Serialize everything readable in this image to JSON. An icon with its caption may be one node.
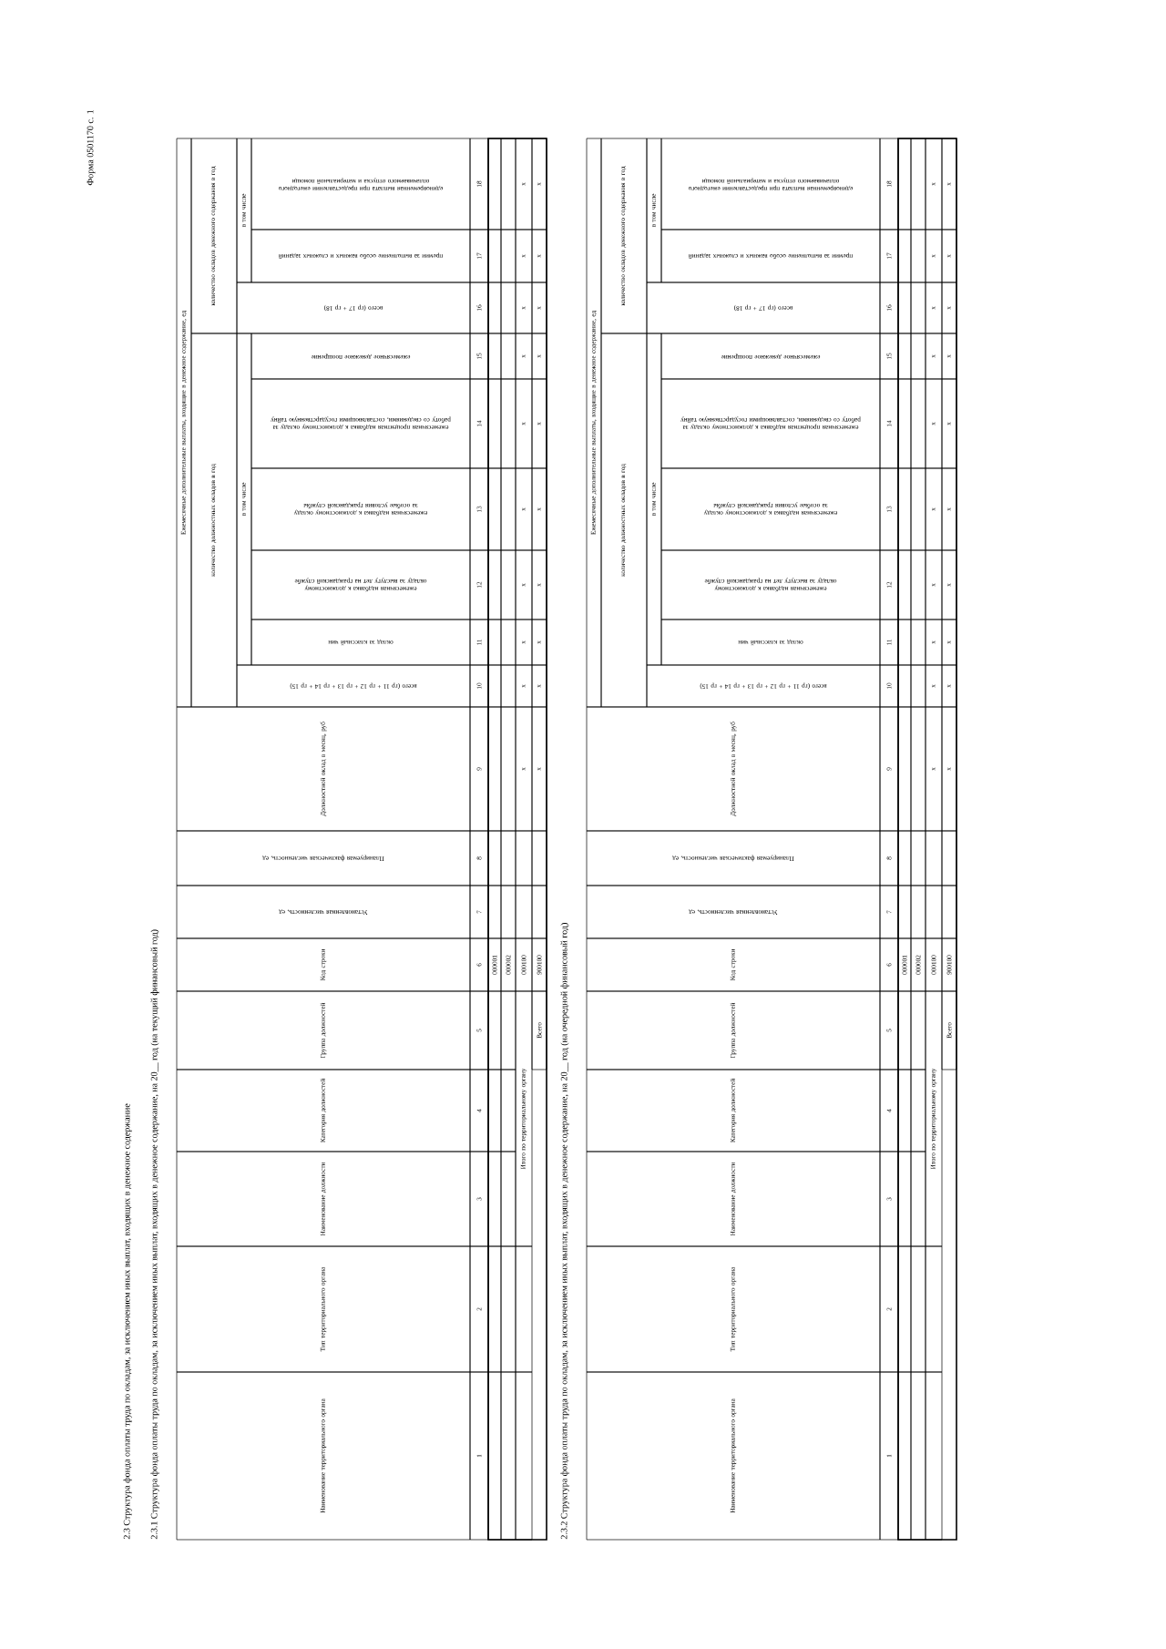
{
  "diagram": {
    "title": "2.3 Структура фонда оплаты труда по окладам, за исключением иных выплат, входящих в денежное содержание",
    "labels": [
      "Форма 0501170 с. 1",
      "2.3.1 Структура фонда оплаты труда по окладам, за исключением иных выплат, входящих в денежное содержание, на 20__ год (на текущий финансовый год)",
      "Наименование территориального органа",
      "Тип территориального органа",
      "Наименование должности",
      "Категория должностей",
      "Группа должностей",
      "Код строки",
      "Установленная численность, ед",
      "Планируемая фактическая численность, ед",
      "Должностной оклад в месяц, руб",
      "Ежемесячные дополнительные выплаты, входящие в денежное содержание, ед",
      "количество должностных окладов в год",
      "всего (гр 11 + гр 12 + гр 13 + гр 14 + гр 15)",
      "в том числе",
      "оклад за классный чин",
      "ежемесячная надбавка к должностному окладу за выслугу лет на гражданской службе",
      "ежемесячная надбавка к должностному окладу за особые условия гражданской службы",
      "ежемесячная процентная надбавка к должностному окладу за работу со сведениями, составляющими государственную тайну",
      "ежемесячное денежное поощрение",
      "количество окладов денежного содержания в год",
      "всего (гр 17 + гр 18)",
      "в том числе",
      "премии за выполнение особо важных и сложных заданий",
      "единовременная выплата при предоставлении ежегодного оплачиваемого отпуска и материальной помощи",
      "1",
      "2",
      "3",
      "4",
      "5",
      "6",
      "7",
      "8",
      "9",
      "10",
      "11",
      "12",
      "13",
      "14",
      "15",
      "16",
      "17",
      "18",
      "000001",
      "000002",
      "Итого по территориальному органу",
      "000100",
      "x",
      "x",
      "x",
      "x",
      "x",
      "x",
      "x",
      "x",
      "x",
      "x",
      "Всего",
      "900100",
      "x",
      "x",
      "x",
      "x",
      "x",
      "x",
      "x",
      "x",
      "x",
      "x",
      "2.3.2 Структура фонда оплаты труда по окладам, за исключением иных выплат, входящих в денежное содержание, на 20__ год (на очередной финансовый год)",
      "Наименование территориального органа",
      "Тип территориального органа",
      "Наименование должности",
      "Категория должностей",
      "Группа должностей",
      "Код строки",
      "Установленная численность, ед",
      "Планируемая фактическая численность, ед",
      "Должностной оклад в месяц, руб",
      "Ежемесячные дополнительные выплаты, входящие в денежное содержание, ед",
      "количество должностных окладов в год",
      "всего (гр 11 + гр 12 + гр 13 + гр 14 + гр 15)",
      "в том числе",
      "оклад за классный чин",
      "ежемесячная надбавка к должностному окладу за выслугу лет на гражданской службе",
      "ежемесячная надбавка к должностному окладу за особые условия гражданской службы",
      "ежемесячная процентная надбавка к должностному окладу за работу со сведениями, составляющими государственную тайну",
      "ежемесячное денежное поощрение",
      "количество окладов денежного содержания в год",
      "всего (гр 17 + гр 18)",
      "в том числе",
      "премии за выполнение особо важных и сложных заданий",
      "единовременная выплата при предоставлении ежегодного оплачиваемого отпуска и материальной помощи",
      "1",
      "2",
      "3",
      "4",
      "5",
      "6",
      "7",
      "8",
      "9",
      "10",
      "11",
      "12",
      "13",
      "14",
      "15",
      "16",
      "17",
      "18",
      "000001",
      "000002",
      "Итого по территориальному органу",
      "000100",
      "x",
      "x",
      "x",
      "x",
      "x",
      "x",
      "x",
      "x",
      "x",
      "x",
      "Всего",
      "900100",
      "x",
      "x",
      "x",
      "x",
      "x",
      "x",
      "x",
      "x",
      "x",
      "x"
    ]
  }
}
